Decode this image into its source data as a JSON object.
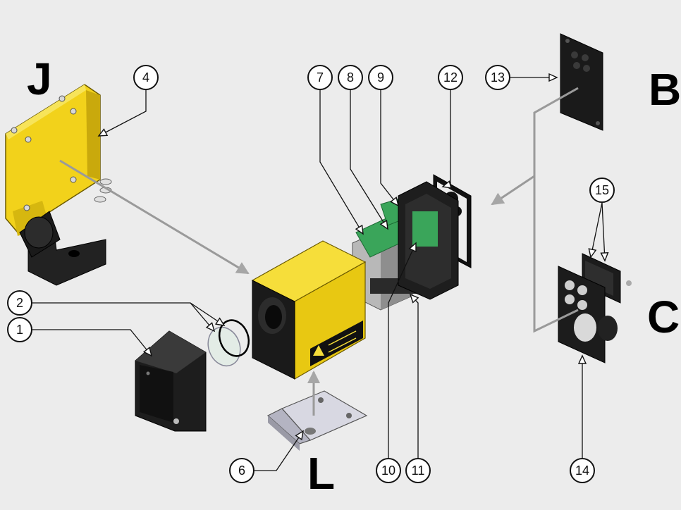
{
  "diagram": {
    "callouts": {
      "c1": "1",
      "c2": "2",
      "c4": "4",
      "c6": "6",
      "c7": "7",
      "c8": "8",
      "c9": "9",
      "c10": "10",
      "c11": "11",
      "c12": "12",
      "c13": "13",
      "c14": "14",
      "c15": "15"
    },
    "letters": {
      "J": "J",
      "B": "B",
      "C": "C",
      "L": "L"
    },
    "colors": {
      "background": "#ececec",
      "housing_yellow": "#f2d21b",
      "dark_part": "#1c1c1c",
      "pcb_green": "#3aa55a",
      "metal_grey": "#a8a8a8",
      "arrow_grey": "#9a9a9a"
    }
  }
}
